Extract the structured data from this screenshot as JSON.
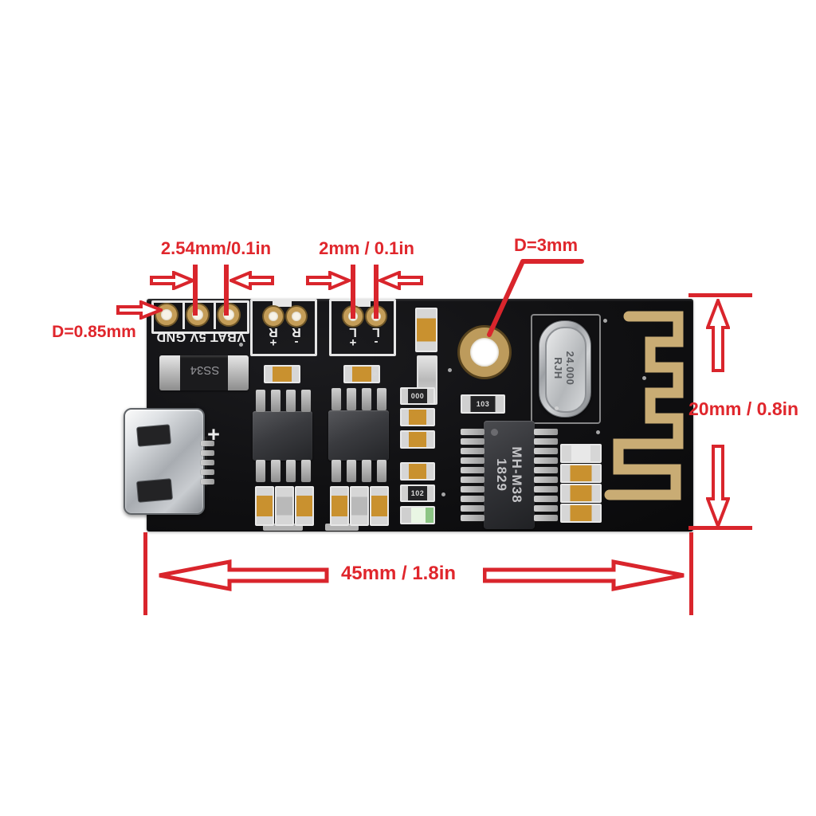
{
  "title": "MH-M38 Bluetooth audio module dimension diagram",
  "colors": {
    "annotation_red": "#d9252c",
    "board_black": "#101012",
    "silkscreen_white": "#e8e8e8",
    "pad_gold": "#c49d58",
    "antenna_gold": "#c9ac74"
  },
  "annotations": {
    "header_pitch": "2.54mm/0.1in",
    "audio_pitch": "2mm / 0.1in",
    "mount_hole_diameter": "D=3mm",
    "pin_hole_diameter": "D=0.85mm",
    "board_height": "20mm / 0.8in",
    "board_width": "45mm / 1.8in"
  },
  "silkscreen": {
    "power_header": "VBAT 5V GND",
    "r_plus_letter": "R",
    "r_plus_sign": "+",
    "r_minus_letter": "R",
    "r_minus_sign": "-",
    "l_plus_letter": "L",
    "l_plus_sign": "+",
    "l_minus_letter": "L",
    "l_minus_sign": "-",
    "usb_plus": "+"
  },
  "components": {
    "diode": "SS34",
    "crystal_freq": "24.000",
    "crystal_brand": "RJH",
    "main_ic_model": "MH-M38",
    "main_ic_batch": "1829",
    "res_103": "103",
    "res_102": "102",
    "res_000": "000"
  }
}
